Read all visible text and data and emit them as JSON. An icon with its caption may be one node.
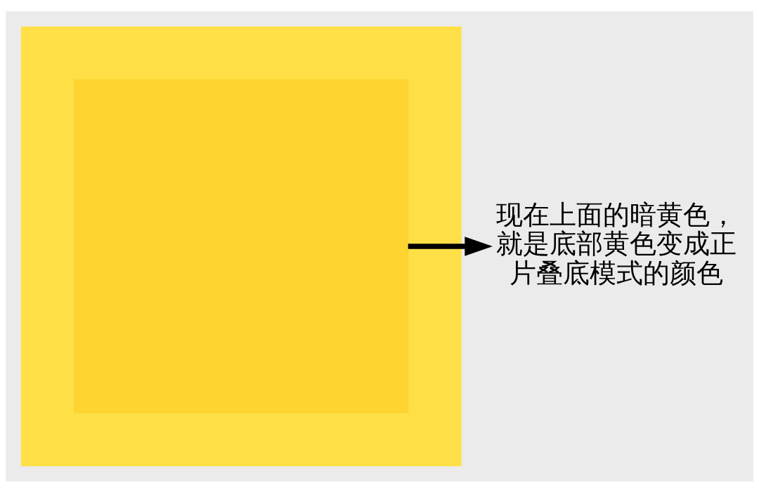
{
  "diagram": {
    "nodes": [
      {
        "text": [],
        "shape": "box"
      },
      {
        "text": [],
        "shape": "box",
        "in": 0
      },
      {
        "text": [
          "现在上面的暗黄色，就是底部黄色变成正片叠底模式的颜色"
        ]
      }
    ],
    "edges": [
      {
        "from": 1,
        "to": 2,
        "arrow": "to"
      }
    ]
  }
}
